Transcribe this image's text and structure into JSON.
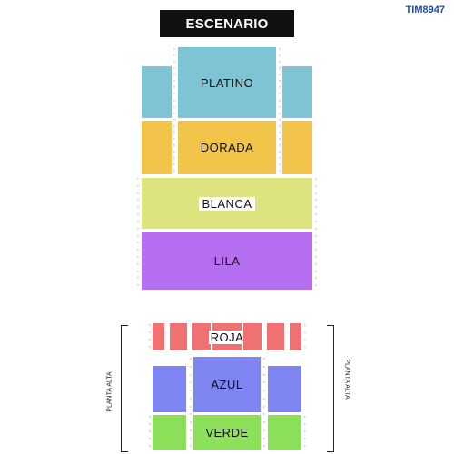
{
  "header": {
    "stage_label": "ESCENARIO",
    "event_code": "TIM8947"
  },
  "sections": {
    "platino": {
      "label": "PLATINO",
      "color": "#7fc4d4"
    },
    "dorada": {
      "label": "DORADA",
      "color": "#f2c44a"
    },
    "blanca": {
      "label": "BLANCA",
      "color": "#dde47f"
    },
    "lila": {
      "label": "LILA",
      "color": "#b56ef0"
    },
    "roja": {
      "label": "ROJA",
      "color": "#f07171"
    },
    "azul": {
      "label": "AZUL",
      "color": "#7e84f2"
    },
    "verde": {
      "label": "VERDE",
      "color": "#8de05a"
    }
  },
  "upper_floor": {
    "left_label": "PLANTA ALTA",
    "right_label": "PLANTA ALTA"
  }
}
